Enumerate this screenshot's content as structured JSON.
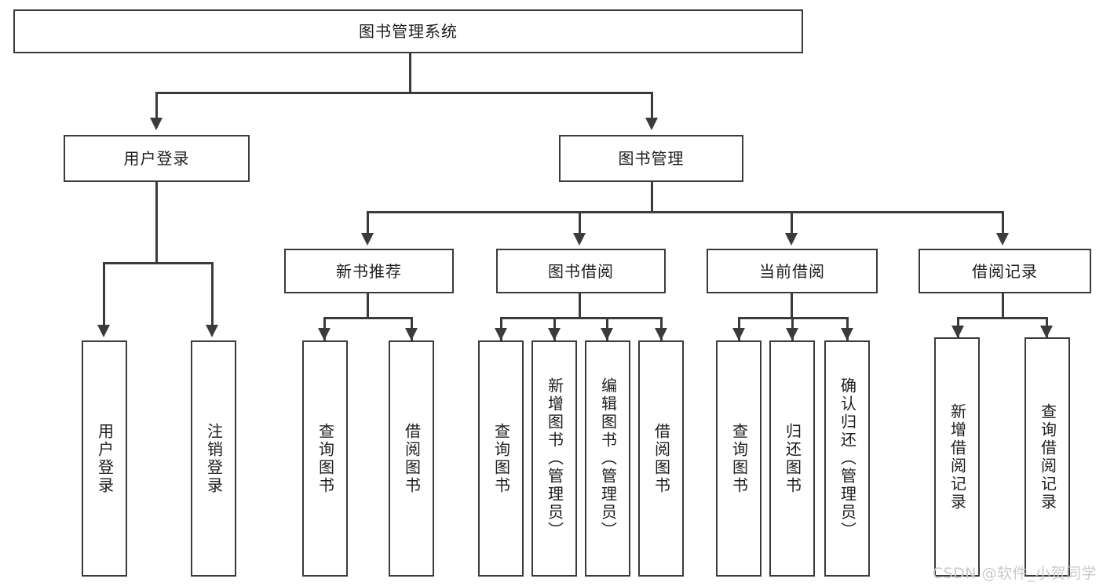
{
  "diagram": {
    "title": "图书管理系统",
    "type": "tree",
    "root": {
      "label": "图书管理系统"
    },
    "level2": [
      {
        "label": "用户登录"
      },
      {
        "label": "图书管理"
      }
    ],
    "level3": [
      {
        "label": "新书推荐"
      },
      {
        "label": "图书借阅"
      },
      {
        "label": "当前借阅"
      },
      {
        "label": "借阅记录"
      }
    ],
    "leaves": {
      "user_login": [
        {
          "label": "用户登录"
        },
        {
          "label": "注销登录"
        }
      ],
      "new_book_recommend": [
        {
          "label": "查询图书"
        },
        {
          "label": "借阅图书"
        }
      ],
      "book_borrow": [
        {
          "label": "查询图书"
        },
        {
          "label": "新增图书（管理员）"
        },
        {
          "label": "编辑图书（管理员）"
        },
        {
          "label": "借阅图书"
        }
      ],
      "current_borrow": [
        {
          "label": "查询图书"
        },
        {
          "label": "归还图书"
        },
        {
          "label": "确认归还（管理员）"
        }
      ],
      "borrow_record": [
        {
          "label": "新增借阅记录"
        },
        {
          "label": "查询借阅记录"
        }
      ]
    }
  },
  "watermark": {
    "text": "CSDN @软件_小贺同学"
  },
  "colors": {
    "background": "#ffffff",
    "border": "#3b3b3b",
    "text": "#1d1d1d",
    "watermark": "#c9c9c9"
  }
}
